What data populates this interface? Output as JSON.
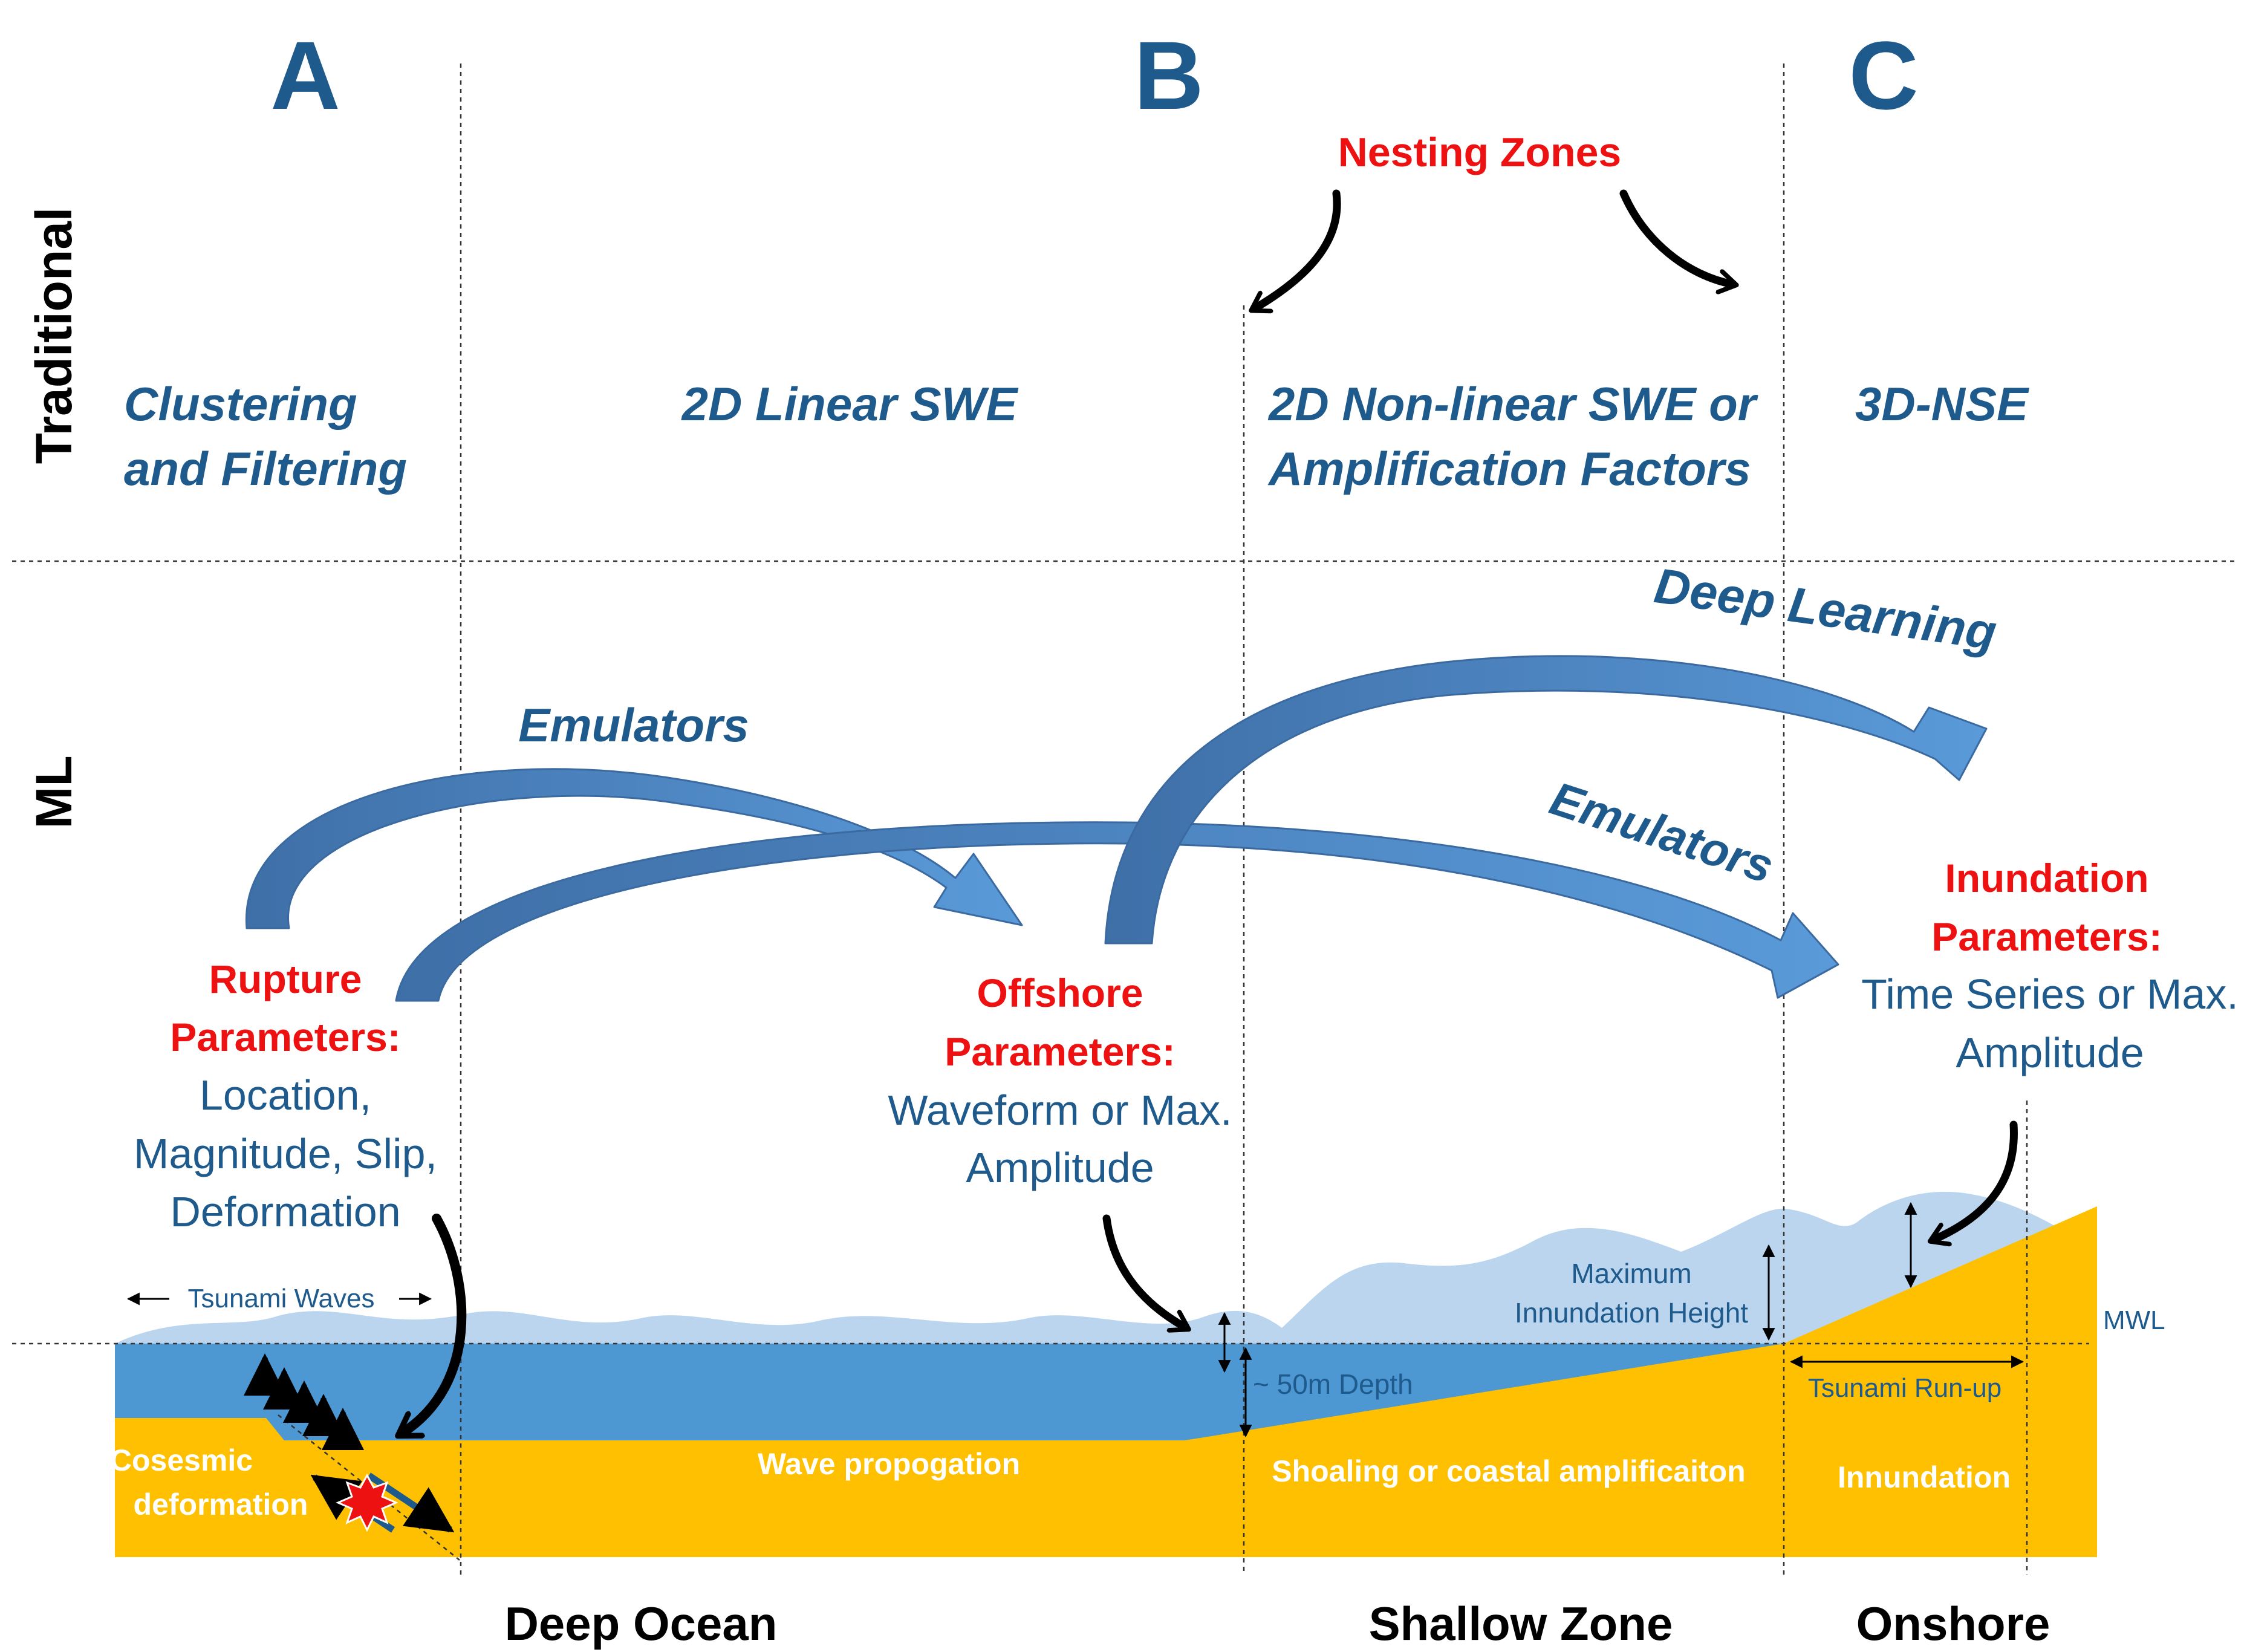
{
  "sections": {
    "a": "A",
    "b": "B",
    "c": "C"
  },
  "rows": {
    "traditional": "Traditional",
    "ml": "ML"
  },
  "traditional": {
    "nesting_zones": "Nesting Zones",
    "col_a_line1": "Clustering",
    "col_a_line2": "and Filtering",
    "linear_swe": "2D Linear SWE",
    "nonlinear_line1": "2D Non-linear SWE or",
    "nonlinear_line2": "Amplification Factors",
    "nse": "3D-NSE"
  },
  "ml": {
    "deep_learning": "Deep Learning",
    "emulators_left": "Emulators",
    "emulators_right": "Emulators",
    "rupture": {
      "title_line1": "Rupture",
      "title_line2": "Parameters:",
      "line1": "Location,",
      "line2": "Magnitude, Slip,",
      "line3": "Deformation"
    },
    "offshore": {
      "title_line1": "Offshore",
      "title_line2": "Parameters:",
      "line1": "Waveform or Max.",
      "line2": "Amplitude"
    },
    "inundation": {
      "title_line1": "Inundation",
      "title_line2": "Parameters:",
      "line1": "Time Series or Max.",
      "line2": "Amplitude"
    }
  },
  "profile": {
    "tsunami_waves": "Tsunami Waves",
    "depth": "~ 50m Depth",
    "max_height_line1": "Maximum",
    "max_height_line2": "Innundation Height",
    "mwl": "MWL",
    "run_up": "Tsunami Run-up",
    "cosesmic_line1": "Cosesmic",
    "cosesmic_line2": "deformation",
    "wave_propagation": "Wave propogation",
    "shoaling": "Shoaling or coastal amplificaiton",
    "innundation": "Innundation"
  },
  "zones": {
    "deep_ocean": "Deep Ocean",
    "shallow_zone": "Shallow Zone",
    "onshore": "Onshore"
  },
  "colors": {
    "navy": "#1f5a8c",
    "red": "#ee1111",
    "ocean": "#4d97d3",
    "wave_light": "#bad5ed",
    "sand": "#fec000",
    "arrow_blue": "#4b84c4"
  }
}
